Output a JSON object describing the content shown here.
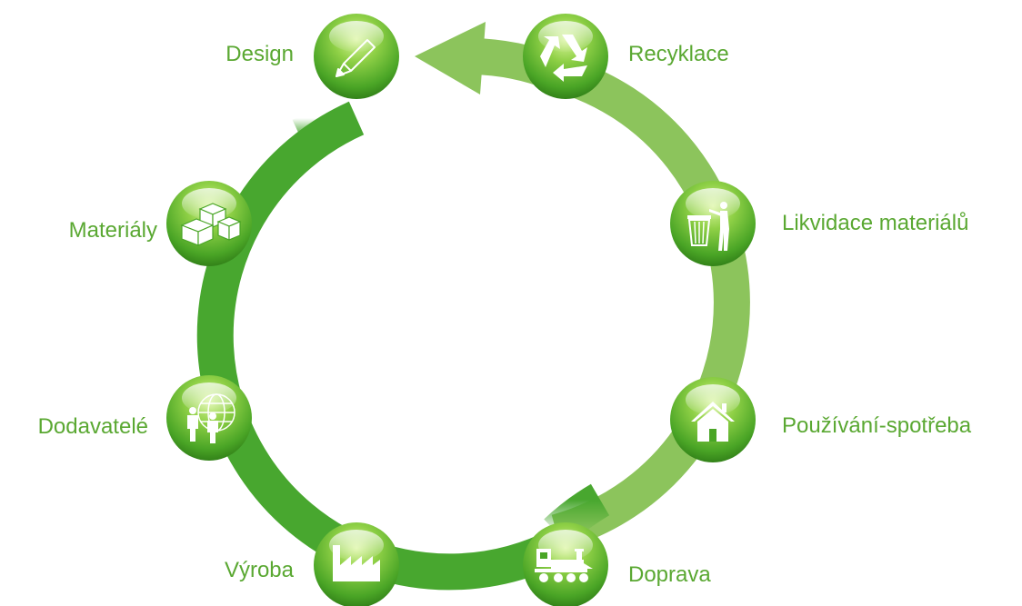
{
  "diagram": {
    "type": "lifecycle-cycle",
    "direction": "clockwise",
    "colors": {
      "ring_dark": "#48a72f",
      "ring_light": "#8cc45c",
      "label_text": "#5aa832",
      "node_green": "#52ac2e",
      "node_highlight": "#c8ec8a",
      "node_shadow": "#2d7a18"
    },
    "stages": [
      {
        "id": "design",
        "label": "Design",
        "icon": "pencil-icon"
      },
      {
        "id": "recycling",
        "label": "Recyklace",
        "icon": "recycle-icon"
      },
      {
        "id": "disposal",
        "label": "Likvidace materiálů",
        "icon": "trash-bin-icon"
      },
      {
        "id": "use",
        "label": "Používání-spotřeba",
        "icon": "house-icon"
      },
      {
        "id": "transport",
        "label": "Doprava",
        "icon": "train-icon"
      },
      {
        "id": "production",
        "label": "Výroba",
        "icon": "factory-icon"
      },
      {
        "id": "suppliers",
        "label": "Dodavatelé",
        "icon": "people-globe-icon"
      },
      {
        "id": "materials",
        "label": "Materiály",
        "icon": "boxes-icon"
      }
    ]
  }
}
